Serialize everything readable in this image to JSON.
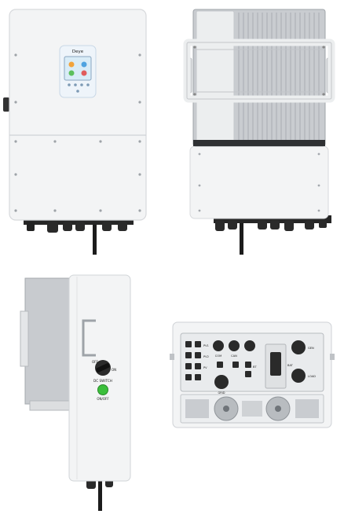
{
  "front_view": {
    "brand": "Deye"
  },
  "side_view": {
    "switch_off": "OFF",
    "switch_on": "ON",
    "dc_switch": "DC SWITCH",
    "onoff": "ON/OFF"
  },
  "bottom_view": {
    "labels": {
      "com": "COM",
      "can": "CAN",
      "gen": "GEN",
      "bat": "BAT",
      "grid": "GRID",
      "load": "LOAD",
      "pv1": "PV1",
      "pv2": "PV2",
      "pv": "PV",
      "bt": "BT"
    }
  },
  "colors": {
    "housing": "#f3f4f5",
    "heatsink": "#c9ccd0",
    "dark": "#2b2b2b",
    "green_button": "#3bbf3b",
    "screen": "#d9ecf7"
  }
}
